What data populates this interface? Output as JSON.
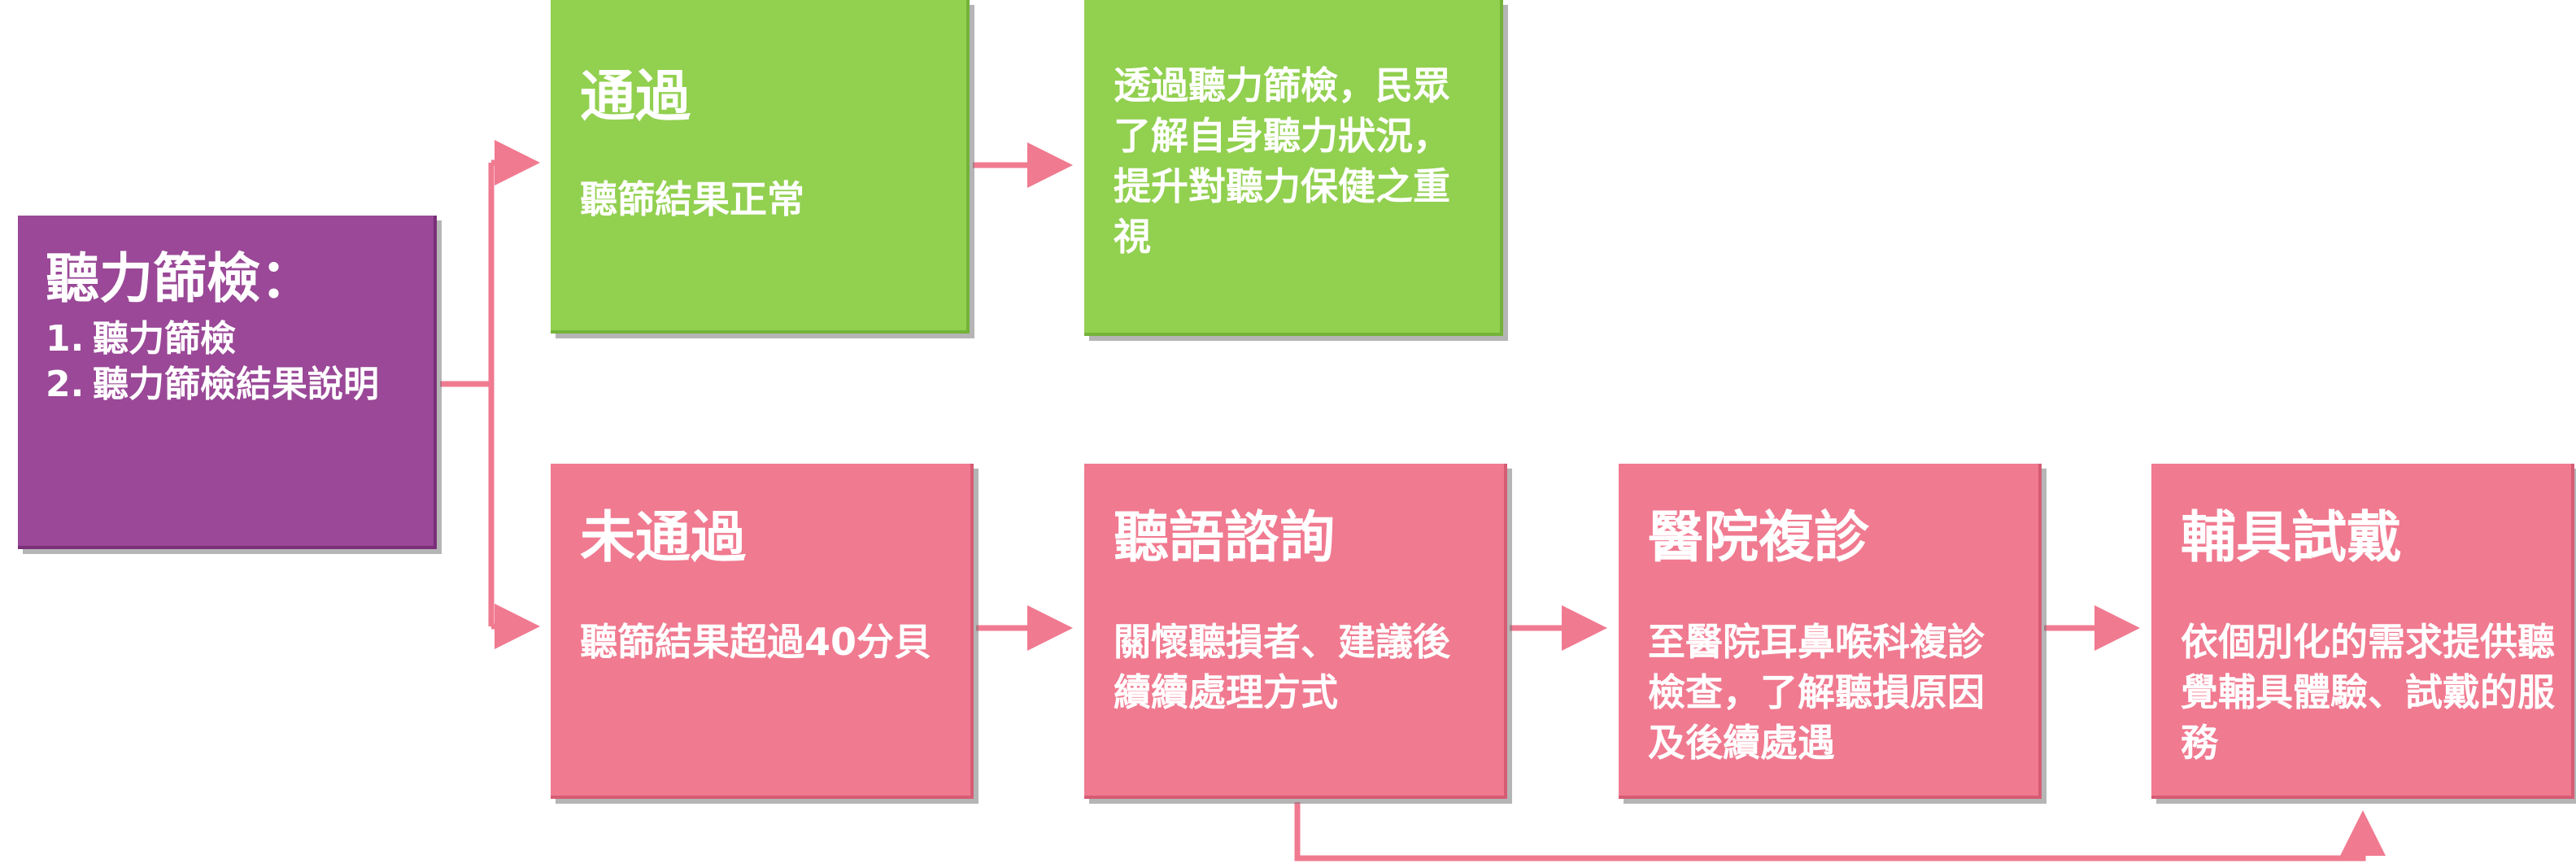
{
  "diagram": {
    "screening": {
      "title": "聽力篩檢：",
      "items": [
        {
          "num": "1.",
          "text": "聽力篩檢"
        },
        {
          "num": "2.",
          "text": "聽力篩檢結果說明"
        }
      ]
    },
    "pass": {
      "title": "通過",
      "desc": "聽篩結果正常"
    },
    "pass_note": {
      "desc": "透過聽力篩檢，民眾了解自身聽力狀況，提升對聽力保健之重視"
    },
    "fail": {
      "title": "未通過",
      "desc": "聽篩結果超過40分貝"
    },
    "counseling": {
      "title": "聽語諮詢",
      "desc": "關懷聽損者、建議後續續處理方式"
    },
    "hospital": {
      "title": "醫院複診",
      "desc": "至醫院耳鼻喉科複診檢查，了解聽損原因及後續處遇"
    },
    "hearing_aid": {
      "title": "輔具試戴",
      "desc": "依個別化的需求提供聽覺輔具體驗、試戴的服務"
    },
    "colors": {
      "screening": "#9a4897",
      "pass": "#92d050",
      "fail": "#f07a90",
      "connector": "#f07a90"
    }
  }
}
